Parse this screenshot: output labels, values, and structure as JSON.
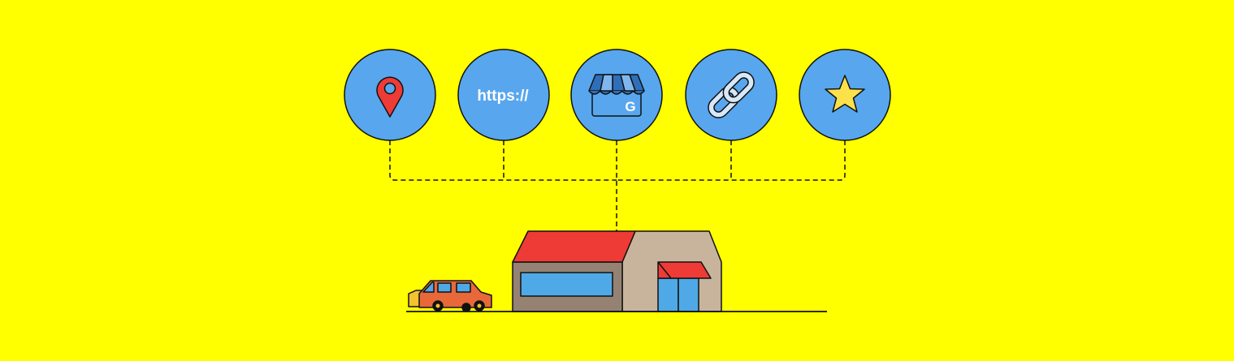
{
  "colors": {
    "background": "#FFFF00",
    "circle_fill": "#58A6EE",
    "outline": "#111111",
    "roof_red": "#EE3B36",
    "wall_tan": "#C8B49C",
    "wall_gray": "#958272",
    "window_blue": "#4FA9E6",
    "car_orange": "#E8683A",
    "star_yellow": "#FBE24A"
  },
  "icons": [
    {
      "name": "location-pin-icon"
    },
    {
      "name": "url-icon",
      "label": "https://"
    },
    {
      "name": "google-business-store-icon",
      "badge": "G"
    },
    {
      "name": "link-chain-icon"
    },
    {
      "name": "star-icon"
    }
  ],
  "scene_items": [
    "store-building",
    "car",
    "ground-line",
    "dashed-connectors"
  ]
}
